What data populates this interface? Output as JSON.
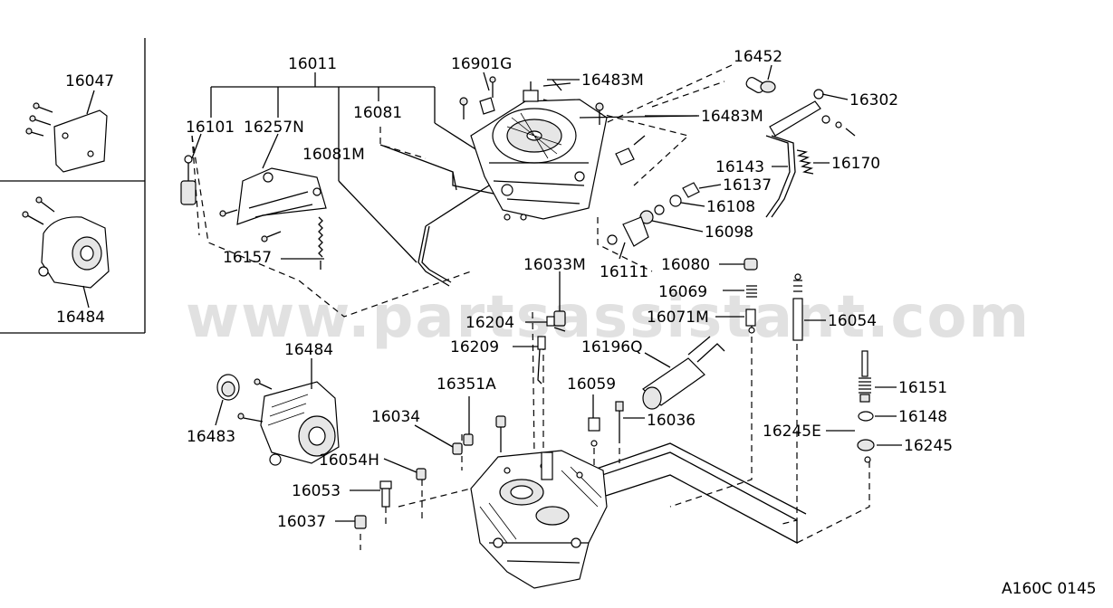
{
  "watermark": "www.partsassistant.com",
  "drawing_code": "A160C 0145",
  "callouts": {
    "c16047": "16047",
    "c16484_inset": "16484",
    "c16011": "16011",
    "c16101": "16101",
    "c16257N": "16257N",
    "c16081": "16081",
    "c16081M": "16081M",
    "c16157": "16157",
    "c16901G": "16901G",
    "c16483M_top": "16483M",
    "c16483M_mid": "16483M",
    "c16452": "16452",
    "c16302": "16302",
    "c16143": "16143",
    "c16170": "16170",
    "c16137": "16137",
    "c16108": "16108",
    "c16098": "16098",
    "c16111": "16111",
    "c16033M": "16033M",
    "c16080": "16080",
    "c16069": "16069",
    "c16071M": "16071M",
    "c16054": "16054",
    "c16204": "16204",
    "c16209": "16209",
    "c16196Q": "16196Q",
    "c16484": "16484",
    "c16483": "16483",
    "c16351A": "16351A",
    "c16059": "16059",
    "c16034": "16034",
    "c16036": "16036",
    "c16151": "16151",
    "c16148": "16148",
    "c16245E": "16245E",
    "c16245": "16245",
    "c16054H": "16054H",
    "c16053": "16053",
    "c16037": "16037"
  }
}
